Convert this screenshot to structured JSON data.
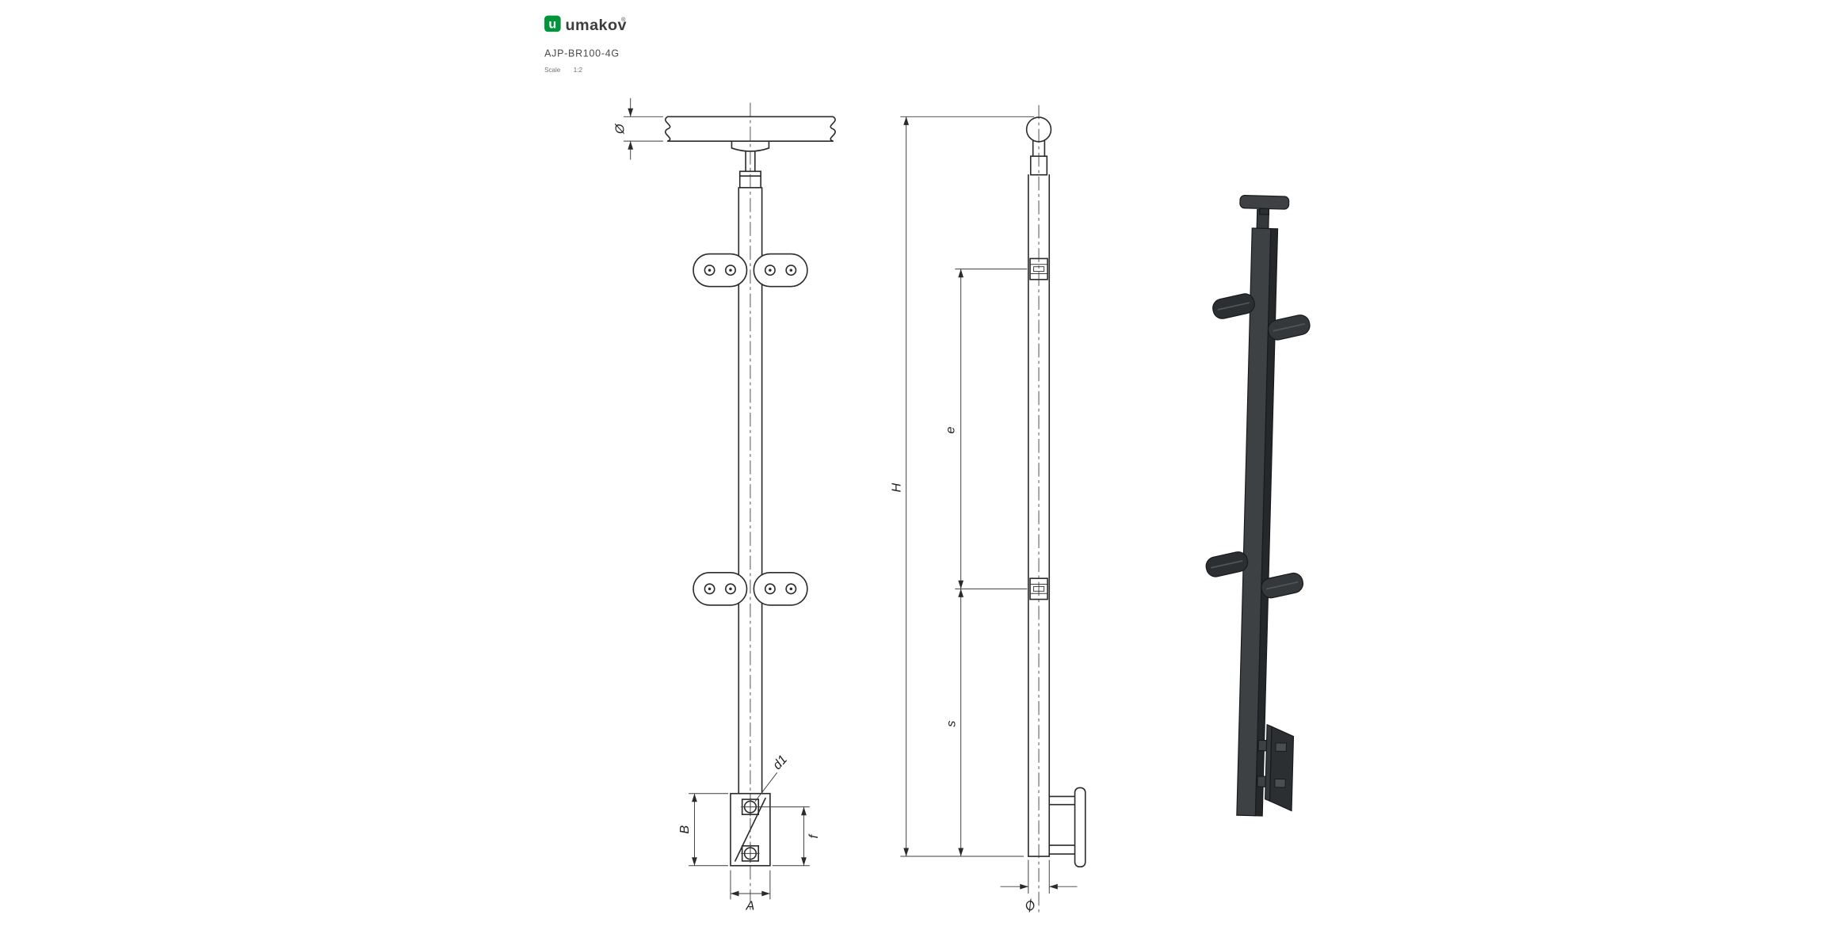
{
  "header": {
    "brand": "umakov",
    "registered_mark": "®",
    "logo_letter": "u",
    "product_code": "AJP-BR100-4G",
    "scale_label": "Scale",
    "scale_value": "1:2"
  },
  "views": {
    "front_view": {
      "labels": {
        "rail_diameter": "Ø",
        "base_plate_height": "B",
        "anchor_hole_diameter": "d1",
        "hole_offset": "f",
        "base_plate_width": "A"
      }
    },
    "side_view": {
      "labels": {
        "overall_height": "H",
        "clamp_spacing": "e",
        "clamp_to_base": "s",
        "post_diameter": "Ø"
      }
    }
  },
  "colors": {
    "background": "#ffffff",
    "drawing_line": "#2b2b2b",
    "accent_green": "#00953a",
    "render_body": "#3d4144"
  }
}
